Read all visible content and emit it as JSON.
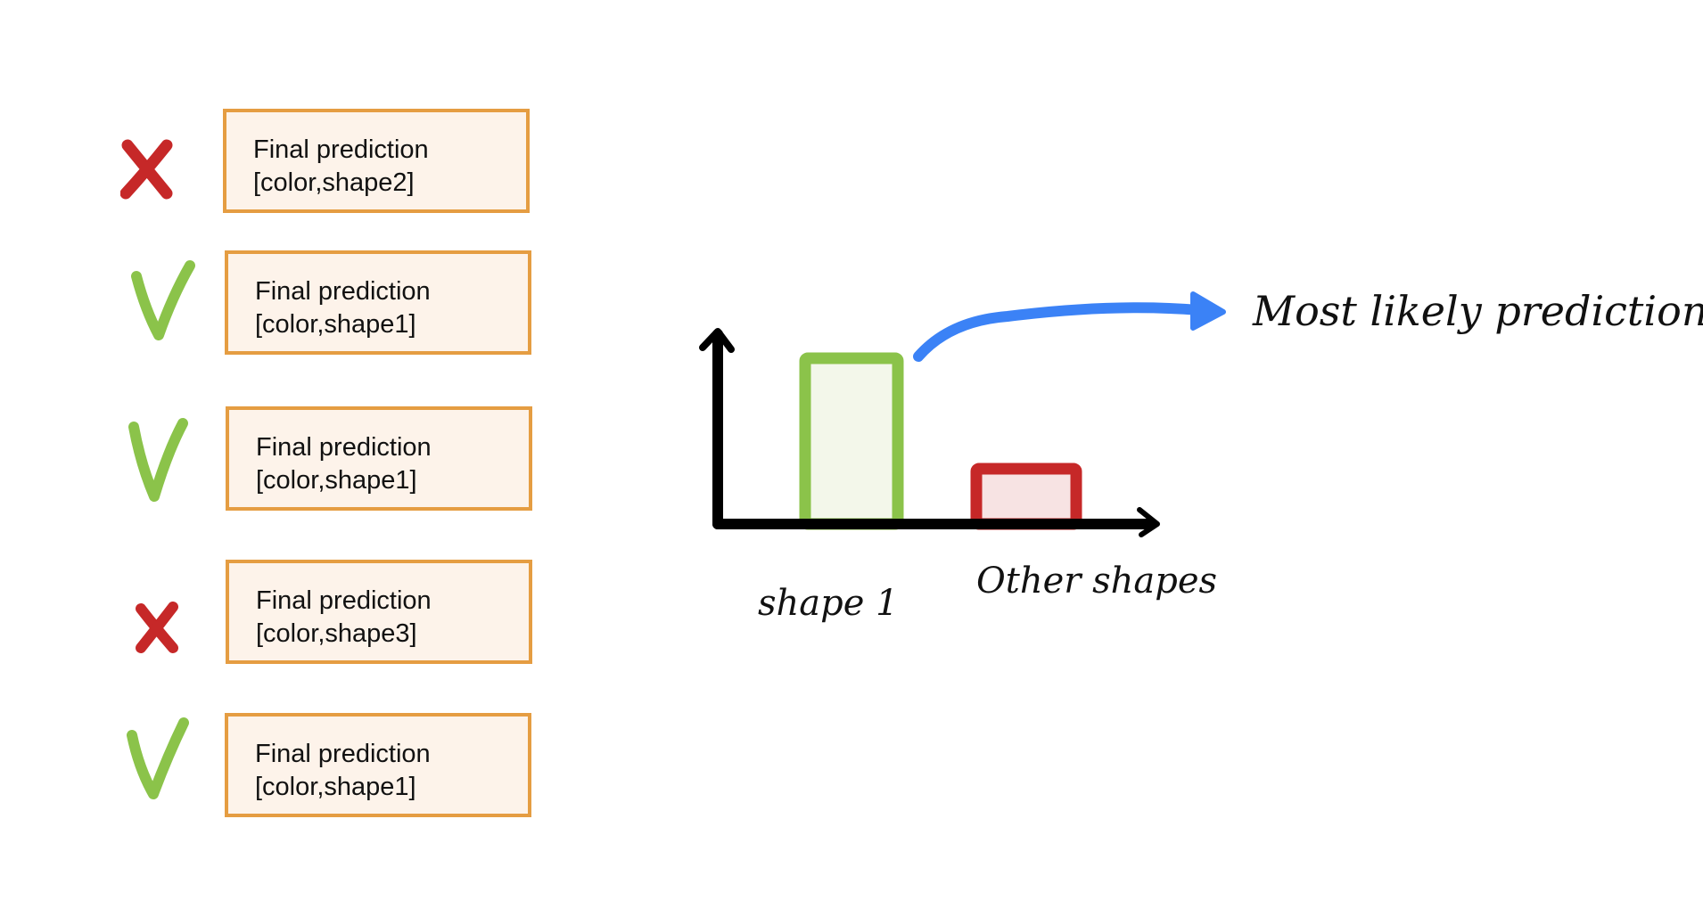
{
  "predictions": [
    {
      "label": "Final prediction",
      "value": "[color,shape2]",
      "correct": false
    },
    {
      "label": "Final prediction",
      "value": "[color,shape1]",
      "correct": true
    },
    {
      "label": "Final prediction",
      "value": "[color,shape1]",
      "correct": true
    },
    {
      "label": "Final prediction",
      "value": "[color,shape3]",
      "correct": false
    },
    {
      "label": "Final prediction",
      "value": "[color,shape1]",
      "correct": true
    }
  ],
  "icons": {
    "correct": "check-v-icon",
    "incorrect": "cross-x-icon"
  },
  "colors": {
    "box_border": "#e59d42",
    "box_fill": "#fdf3ea",
    "correct_mark": "#8bc34a",
    "incorrect_mark": "#c62828",
    "arrow": "#3b82f6",
    "bar_shape1_border": "#8bc34a",
    "bar_shape1_fill": "#f3f7ea",
    "bar_other_border": "#c62828",
    "bar_other_fill": "#f7e3e3"
  },
  "chart": {
    "bars": [
      {
        "label": "shape 1",
        "value": 3
      },
      {
        "label": "Other shapes",
        "value": 1
      }
    ],
    "annotation": "Most likely prediction"
  }
}
